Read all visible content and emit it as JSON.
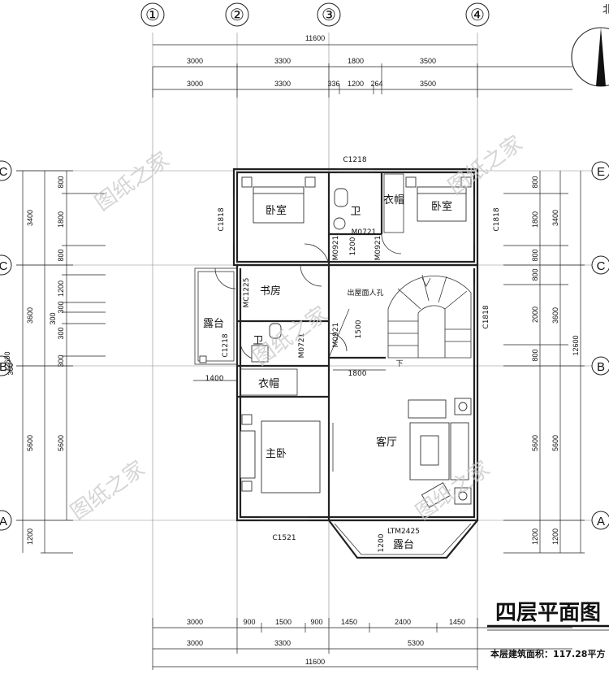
{
  "axis_labels": {
    "top": [
      "①",
      "②",
      "③",
      "④"
    ],
    "left": [
      "C",
      "C",
      "B",
      "A"
    ],
    "right": [
      "E",
      "C",
      "B",
      "A"
    ]
  },
  "north_label": "北",
  "top_dims": {
    "total": "11600",
    "row1": [
      "3000",
      "3300",
      "1800",
      "3500"
    ],
    "row2": [
      "3000",
      "3300",
      "336",
      "1200",
      "264",
      "3500"
    ]
  },
  "bottom_dims": {
    "row1": [
      "3000",
      "900",
      "1500",
      "900",
      "1450",
      "2400",
      "1450"
    ],
    "row2": [
      "3000",
      "3300",
      "5300"
    ],
    "total": "11600"
  },
  "left_dims": {
    "outer": [
      "3400",
      "3600",
      "5600",
      "1200"
    ],
    "inner": [
      "800",
      "1800",
      "800",
      "1200",
      "300",
      "300",
      "300",
      "5600"
    ],
    "total": "12600",
    "extra": [
      "300",
      "300"
    ]
  },
  "right_dims": {
    "inner": [
      "800",
      "1800",
      "800",
      "800",
      "2000",
      "800",
      "5600",
      "1200"
    ],
    "outer": [
      "3400",
      "3600",
      "5600",
      "1200"
    ],
    "total": "12600"
  },
  "rooms": {
    "bedroom_a": "卧室",
    "bedroom_b": "卧室",
    "bath_top": "卫",
    "wardrobe_top": "衣帽",
    "study": "书房",
    "terrace_left": "露台",
    "bath_mid": "卫",
    "wardrobe_mid": "衣帽",
    "master": "主卧",
    "living": "客厅",
    "terrace_bottom": "露台"
  },
  "codes": {
    "c1218_top": "C1218",
    "c1818_left": "C1818",
    "c1818_right_top": "C1818",
    "m0721_top": "M0721",
    "m0921_a": "M0921",
    "m0921_b": "M0921",
    "dim_1200_door": "1200",
    "mc1225": "MC1225",
    "c1218_left": "C1218",
    "m0721_mid": "M0721",
    "roof_hatch": "出屋面人孔",
    "m0921_c": "M0921",
    "dim_1500": "1500",
    "c1818_right_mid": "C1818",
    "dim_1800": "1800",
    "stair_down": "下",
    "dim_1400": "1400",
    "c1521": "C1521",
    "ltm2425": "LTM2425",
    "dim_1200_terrace": "1200"
  },
  "watermark": "图纸之家",
  "title": "四层平面图",
  "area_note": "本层建筑面积：117.28平方"
}
